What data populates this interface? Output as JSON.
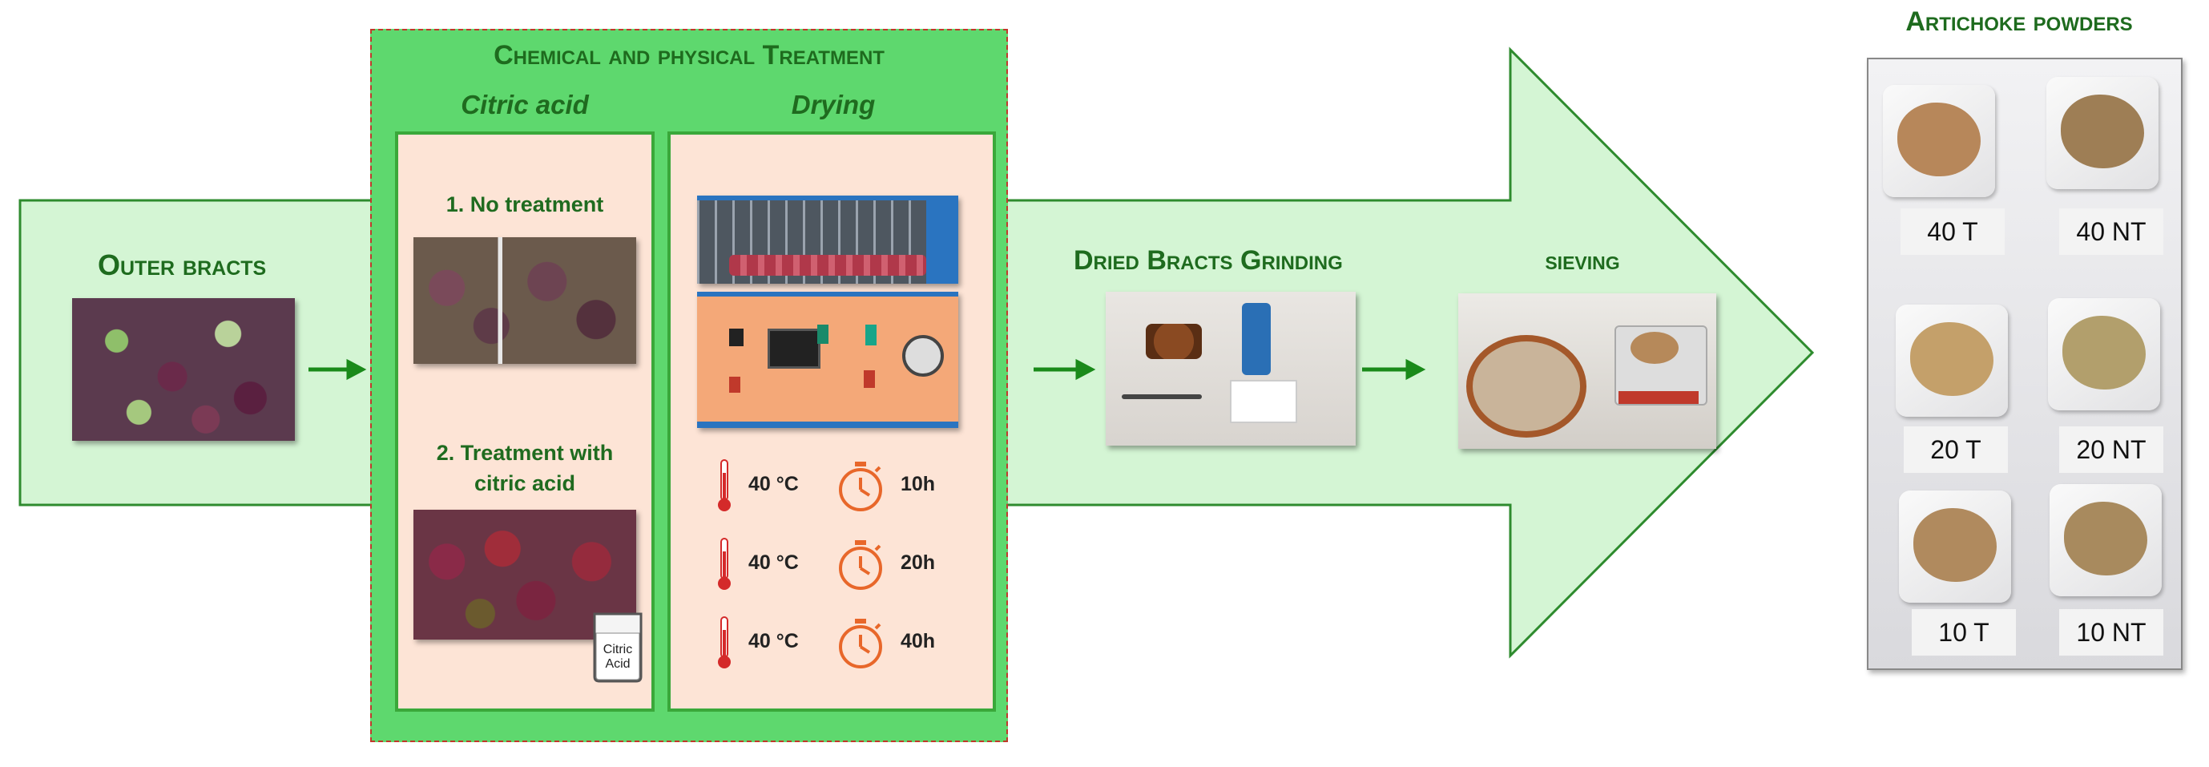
{
  "steps": {
    "outer_bracts": "Outer bracts",
    "treatment_title": "Chemical and physical Treatment",
    "citric_acid_header": "Citric acid",
    "drying_header": "Drying",
    "no_treatment": "1. No treatment",
    "treatment_citric_line1": "2. Treatment with",
    "treatment_citric_line2": "citric acid",
    "beaker_line1": "Citric",
    "beaker_line2": "Acid",
    "grinding": "Dried Bracts Grinding",
    "sieving": "sieving",
    "powders_title": "Artichoke powders"
  },
  "drying_conditions": [
    {
      "temperature": "40 °C",
      "time": "10h"
    },
    {
      "temperature": "40 °C",
      "time": "20h"
    },
    {
      "temperature": "40 °C",
      "time": "40h"
    }
  ],
  "powder_samples": [
    {
      "label": "40 T",
      "color": "#b7875a"
    },
    {
      "label": "40 NT",
      "color": "#9e7e55"
    },
    {
      "label": "20 T",
      "color": "#c4a06a"
    },
    {
      "label": "20 NT",
      "color": "#b29f6c"
    },
    {
      "label": "10 T",
      "color": "#b08a5e"
    },
    {
      "label": "10 NT",
      "color": "#a88a5e"
    }
  ],
  "colors": {
    "arrow_fill": "#d4f5d4",
    "arrow_stroke": "#2e8b2e",
    "treatment_bg": "#5ed86e",
    "panel_bg": "#fde4d6",
    "title_green": "#1e6b1e",
    "timer_orange": "#e8672a",
    "thermo_red": "#d42a2a"
  }
}
